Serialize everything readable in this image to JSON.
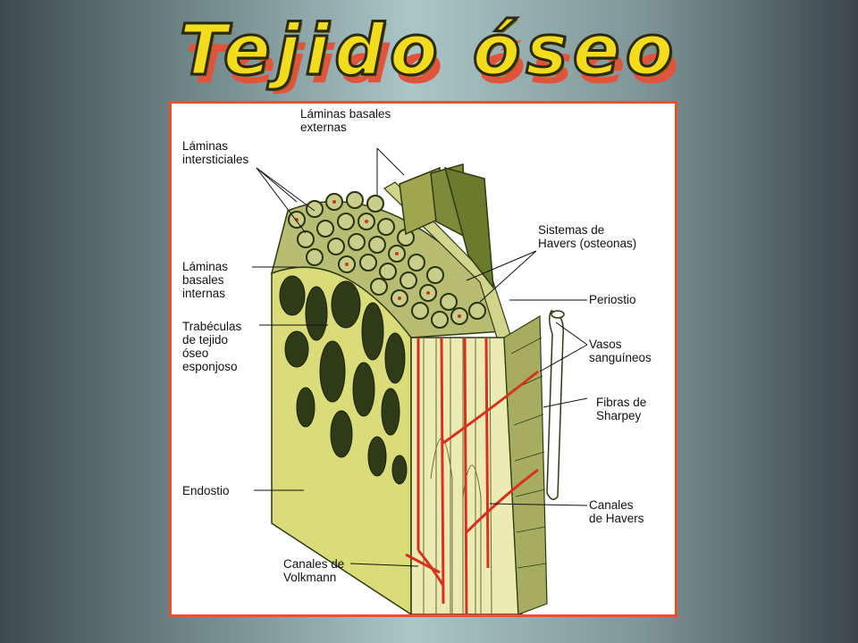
{
  "title": "Tejido óseo",
  "labels": {
    "laminas_externas": "Láminas basales\nexternas",
    "laminas_intersticiales": "Láminas\nintersticiales",
    "sistemas_havers": "Sistemas de\nHavers (osteonas)",
    "laminas_internas": "Láminas\nbasales\ninternas",
    "periostio": "Periostio",
    "trabeculas": "Trabéculas\nde tejido\nóseo\nesponjoso",
    "vasos": "Vasos\nsanguíneos",
    "fibras_sharpey": "Fibras de\nSharpey",
    "endostio": "Endostio",
    "canales_havers": "Canales\nde Havers",
    "canales_volkmann": "Canales de\nVolkmann"
  },
  "colors": {
    "bone_yellow": "#e8e9a0",
    "bone_dark": "#3b4a22",
    "olive": "#7d8a3a",
    "vessel_red": "#d8321e",
    "title_yellow": "#f2dc1c",
    "title_red": "#e2533b",
    "frame_red": "#e4542e"
  }
}
